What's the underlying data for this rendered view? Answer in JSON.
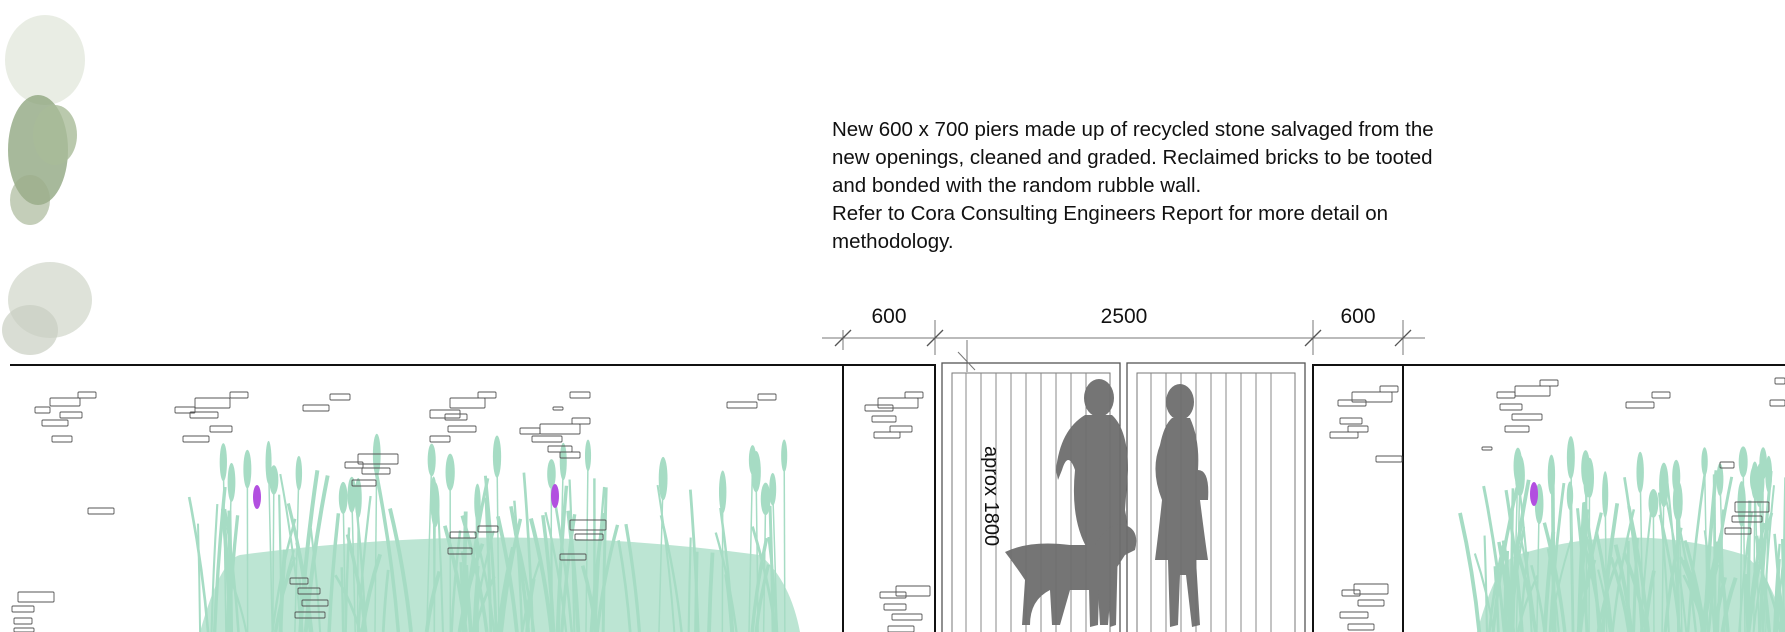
{
  "note": {
    "lines": [
      "New 600 x 700 piers  made up of recycled stone salvaged from the",
      "new openings, cleaned and graded. Reclaimed bricks to be tooted",
      "and bonded with the random rubble wall.",
      "Refer to Cora Consulting Engineers Report for more detail on",
      "methodology."
    ]
  },
  "dimensions": {
    "left_pier": "600",
    "opening": "2500",
    "right_pier": "600",
    "gate_height": "aprox 1800"
  },
  "colors": {
    "line": "#111111",
    "silhouette": "#6e6e6e",
    "grass": "#a6dcc4",
    "flower": "#b24fe0",
    "tree": "#8aa17a"
  }
}
